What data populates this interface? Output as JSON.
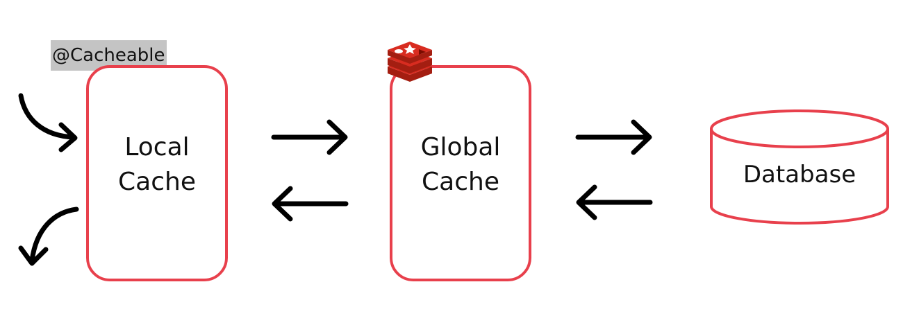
{
  "annotation": "@Cacheable",
  "nodes": {
    "local": "Local\nCache",
    "global": "Global\nCache",
    "database": "Database"
  },
  "colors": {
    "box_stroke": "#e8404c",
    "arrow": "#000000",
    "annotation_bg": "#c4c4c4",
    "redis_logo": "#d82c20"
  },
  "icons": {
    "global_cache_logo": "redis-logo-icon"
  }
}
